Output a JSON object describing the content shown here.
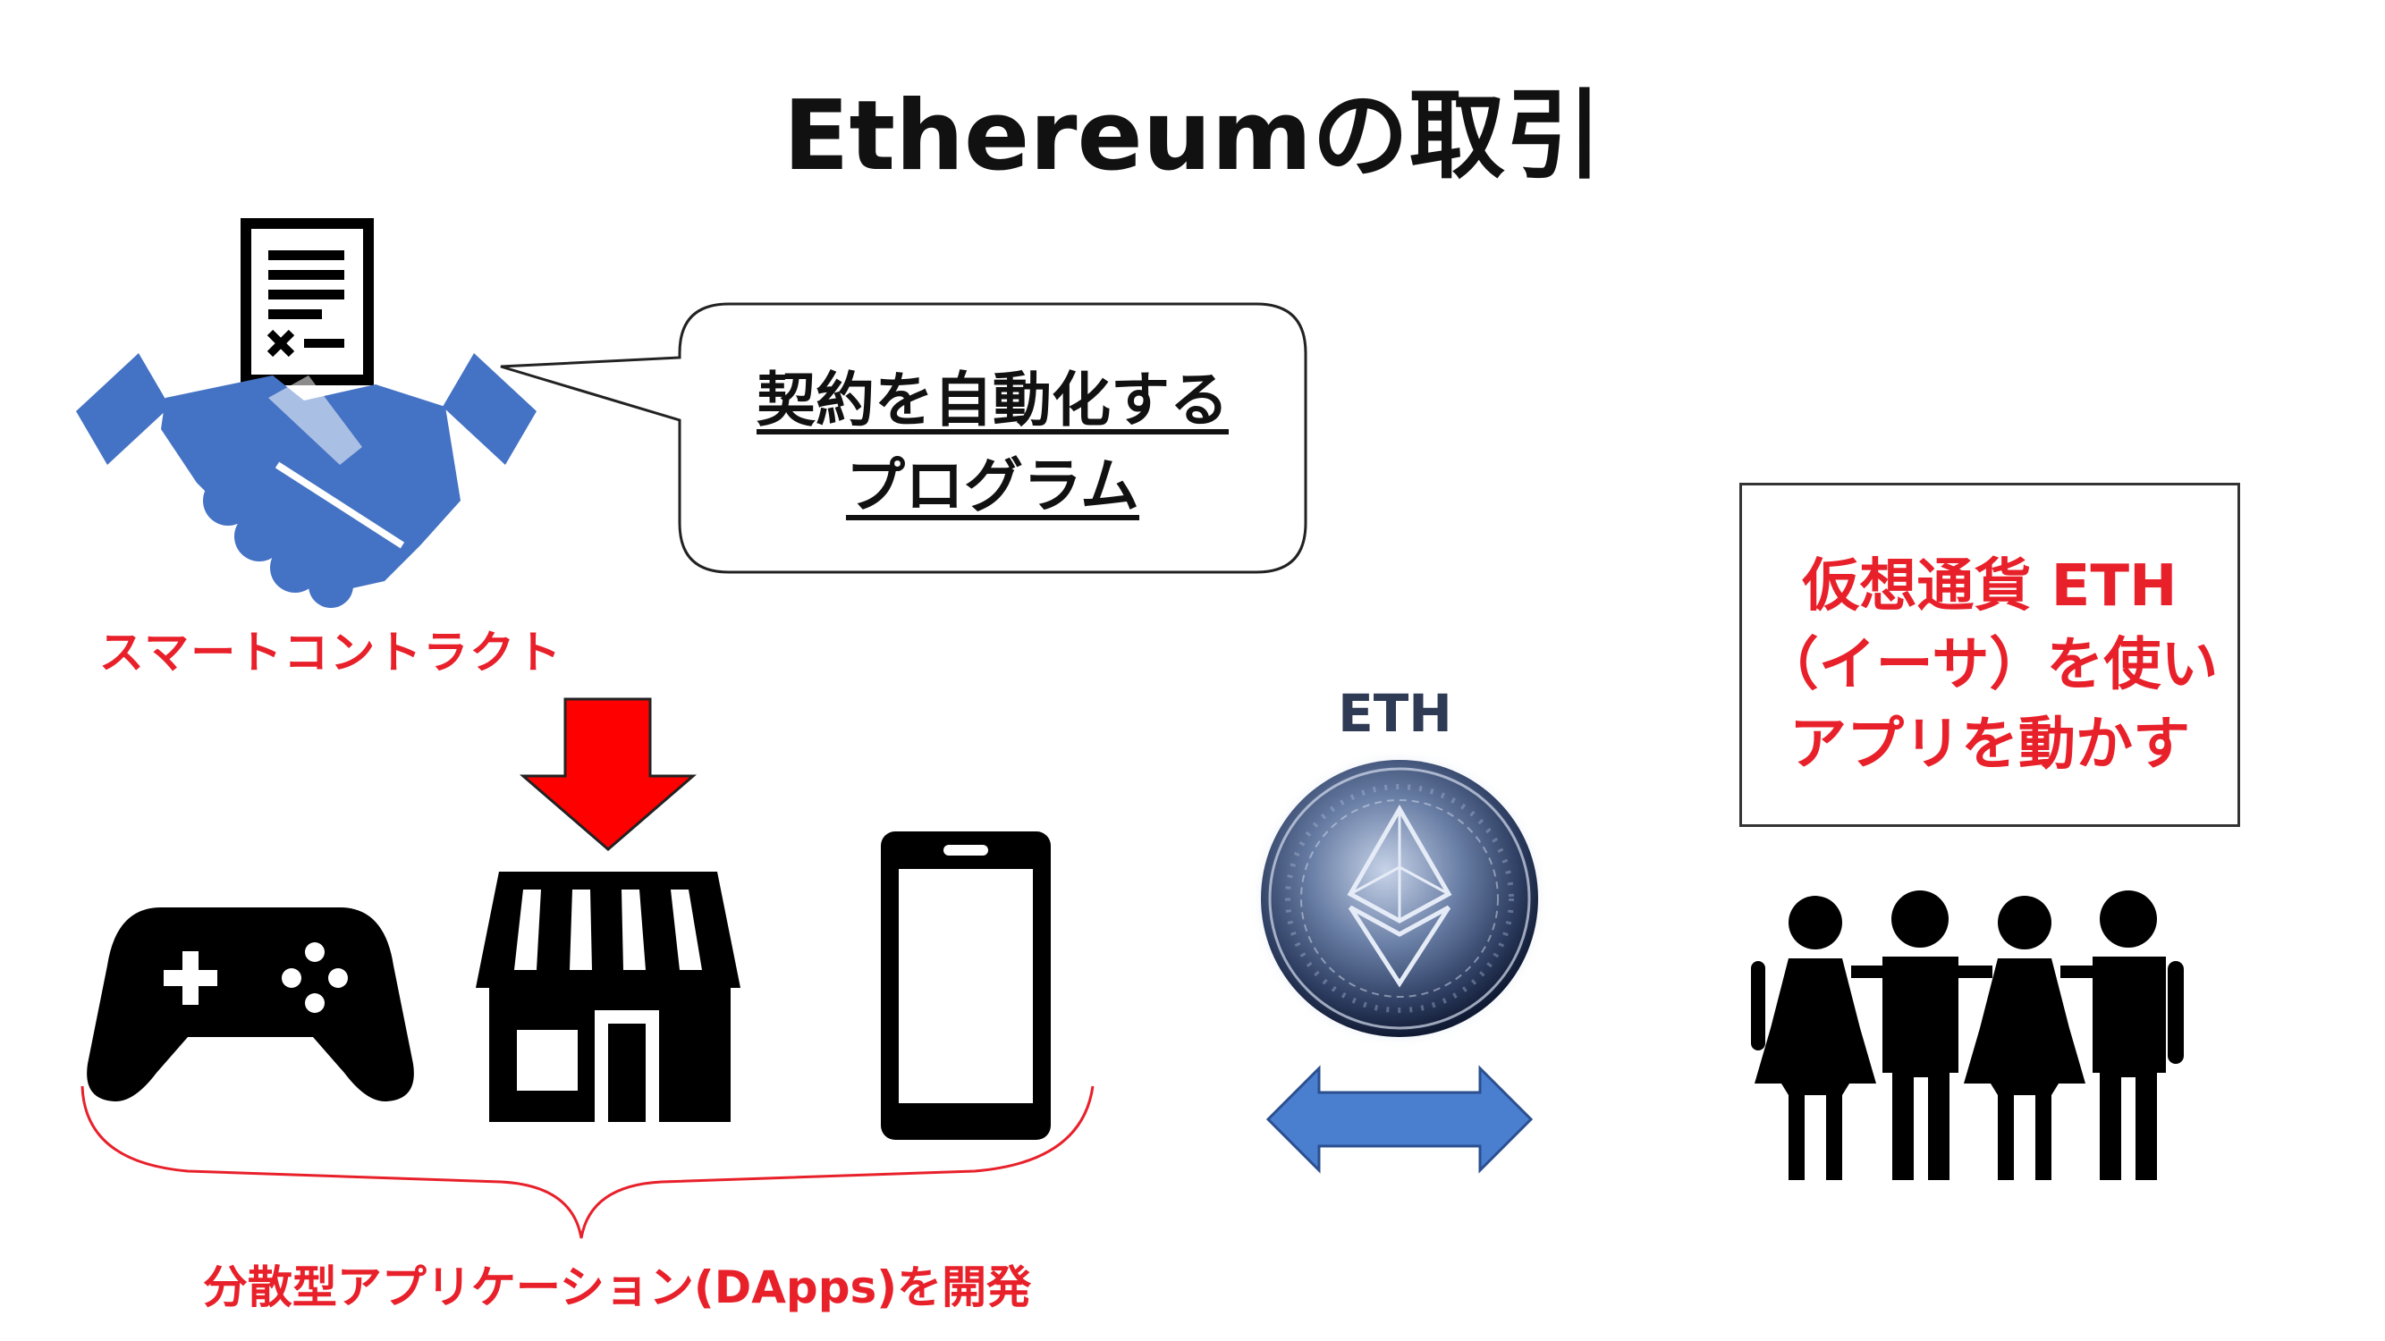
{
  "title": "Ethereumの取引",
  "bubble": {
    "lines": [
      "契約を自動化する",
      "プログラム"
    ]
  },
  "smart_contract_label": "スマートコントラクト",
  "eth_label": "ETH",
  "dapps_label": "分散型アプリケーション(DApps)を開発",
  "eth_box": {
    "lines": [
      "仮想通貨 ETH",
      "（イーサ）を使い",
      "アプリを動かす"
    ]
  },
  "colors": {
    "accent_red": "#e8202a",
    "handshake_blue": "#4472c4",
    "arrow_blue": "#4a7fd0",
    "icon_black": "#000000"
  },
  "icons": [
    "document-icon",
    "handshake-icon",
    "red-down-arrow-icon",
    "gamepad-icon",
    "store-icon",
    "smartphone-icon",
    "ethereum-coin-icon",
    "double-arrow-icon",
    "people-icon"
  ]
}
